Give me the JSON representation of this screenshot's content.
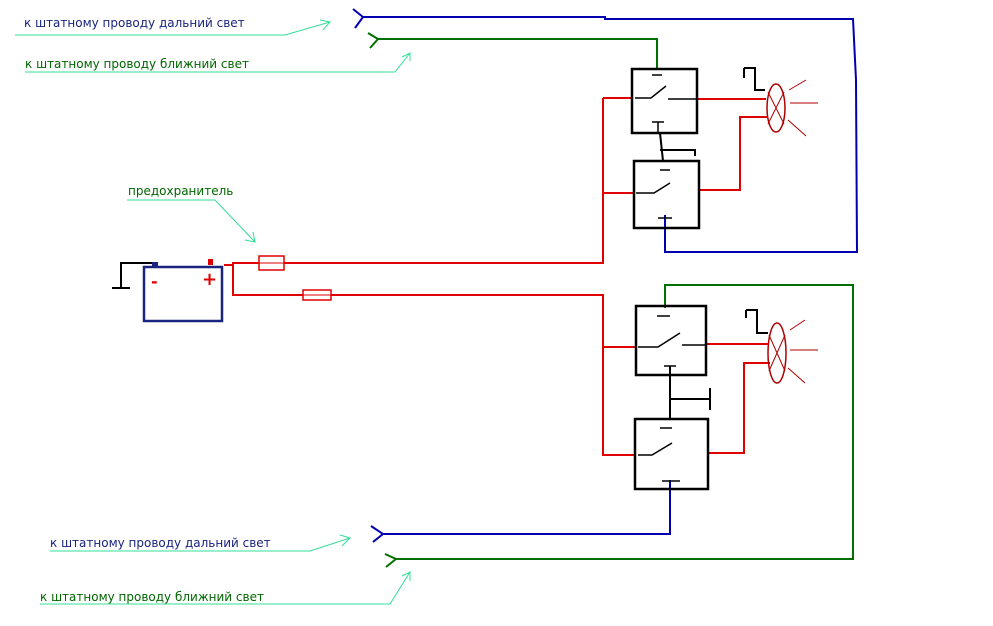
{
  "labels": {
    "top_high_beam": "к штатному проводу дальний свет",
    "top_low_beam": "к штатному проводу ближний свет",
    "fuse": "предохранитель",
    "bottom_high_beam": "к штатному проводу дальний свет",
    "bottom_low_beam": "к штатному проводу ближний свет"
  },
  "battery": {
    "minus": "-",
    "plus": "+"
  },
  "colors": {
    "power": "#e00000",
    "high_beam": "#0000b0",
    "low_beam": "#007000",
    "leader": "#33dd99",
    "relay": "#000000",
    "lamp": "#b00000",
    "battery": "#1a237e",
    "high_text": "#1a237e",
    "low_text": "#006600"
  }
}
